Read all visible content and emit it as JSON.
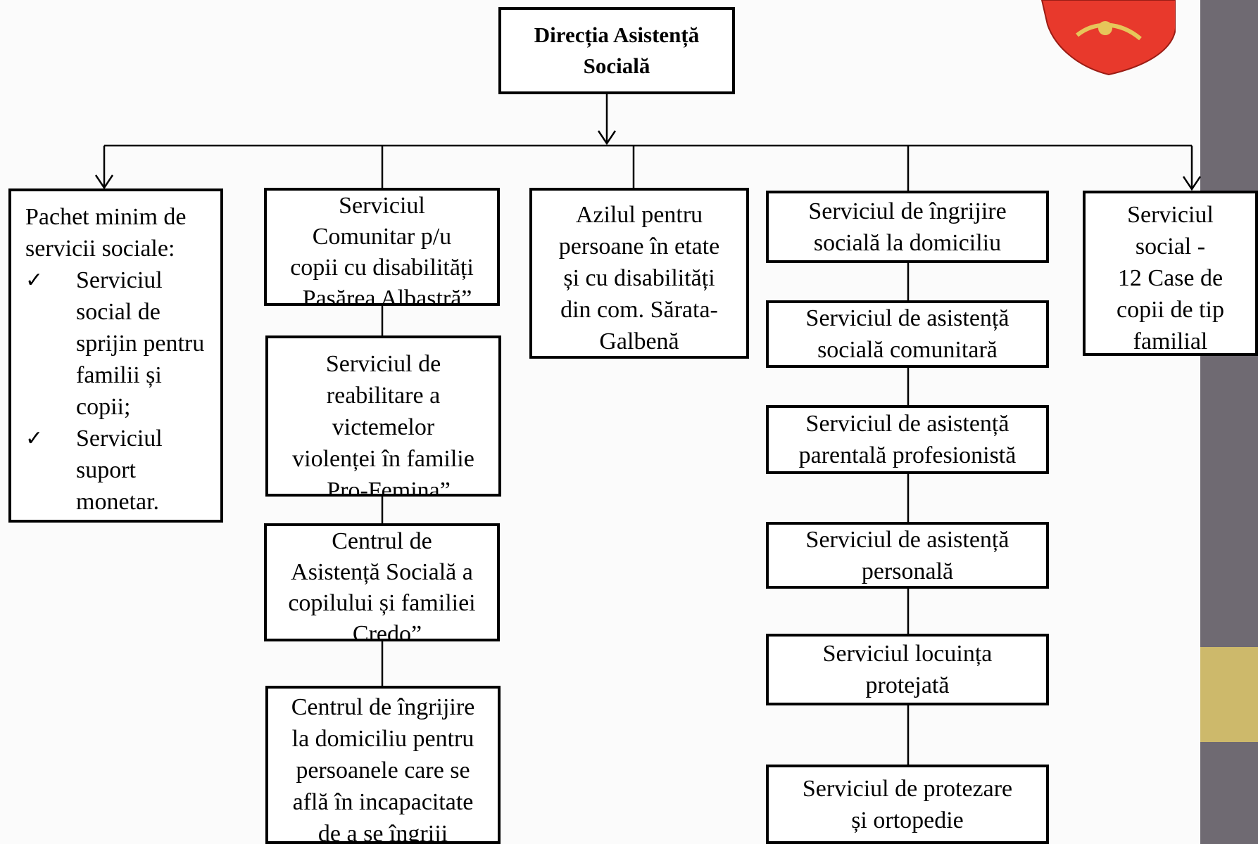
{
  "root": {
    "label": "Direcția Asistență\nSocială"
  },
  "left": {
    "heading": "Pachet minim de\nservicii sociale:",
    "items": [
      "Serviciul\nsocial de\nsprijin pentru\nfamilii și\ncopii;",
      "Serviciul\nsuport\nmonetar."
    ]
  },
  "column2": [
    "Serviciul\nComunitar p/u\ncopii cu disabilități\n„Pasărea Albastră”",
    "Serviciul de\nreabilitare a\nvictemelor\nviolenței în familie\n„Pro-Femina”",
    "Centrul de\nAsistență Socială a\ncopilului și familiei\n„Credo”",
    "Centrul de îngrijire\nla domiciliu pentru\npersoanele care se\naflă în incapacitate\nde a se îngriji"
  ],
  "column3": "Azilul pentru\npersoane în etate\nși cu disabilități\ndin com. Sărata-\nGalbenă",
  "column4": [
    "Serviciul de îngrijire\nsocială la domiciliu",
    "Serviciul de asistență\nsocială comunitară",
    "Serviciul de asistență\nparentală profesionistă",
    "Serviciul de asistență\npersonală",
    "Serviciul locuința\nprotejată",
    "Serviciul de protezare\nși ortopedie"
  ],
  "column5": "Serviciul\nsocial -\n12 Case de\ncopii de tip\nfamilial"
}
